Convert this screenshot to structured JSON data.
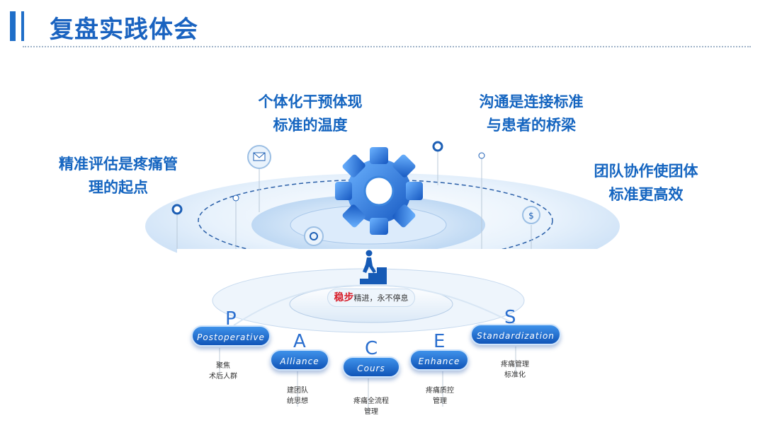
{
  "header": {
    "title": "复盘实践体会"
  },
  "callouts": {
    "left": [
      "精准评估是疼痛管",
      "理的起点"
    ],
    "center": [
      "个体化干预体现",
      "标准的温度"
    ],
    "right_top": [
      "沟通是连接标准",
      "与患者的桥梁"
    ],
    "right": [
      "团队协作使团体",
      "标准更高效"
    ]
  },
  "badge": {
    "strong": "稳步",
    "rest": "精进，永不停息"
  },
  "pace": [
    {
      "letter": "P",
      "label": "Postoperative",
      "sub": [
        "聚焦",
        "术后人群"
      ]
    },
    {
      "letter": "A",
      "label": "Alliance",
      "sub": [
        "建团队",
        "统思想"
      ]
    },
    {
      "letter": "C",
      "label": "Cours",
      "sub": [
        "疼痛全流程",
        "管理"
      ]
    },
    {
      "letter": "E",
      "label": "Enhance",
      "sub": [
        "疼痛质控",
        "管理"
      ]
    },
    {
      "letter": "S",
      "label": "Standardization",
      "sub": [
        "疼痛管理",
        "标准化"
      ]
    }
  ],
  "icons": [
    "mail-icon",
    "gear-icon",
    "stairs-person-icon",
    "refresh-icon",
    "dollar-icon"
  ],
  "colors": {
    "accent": "#1a63c0",
    "highlight": "#d8202c"
  }
}
